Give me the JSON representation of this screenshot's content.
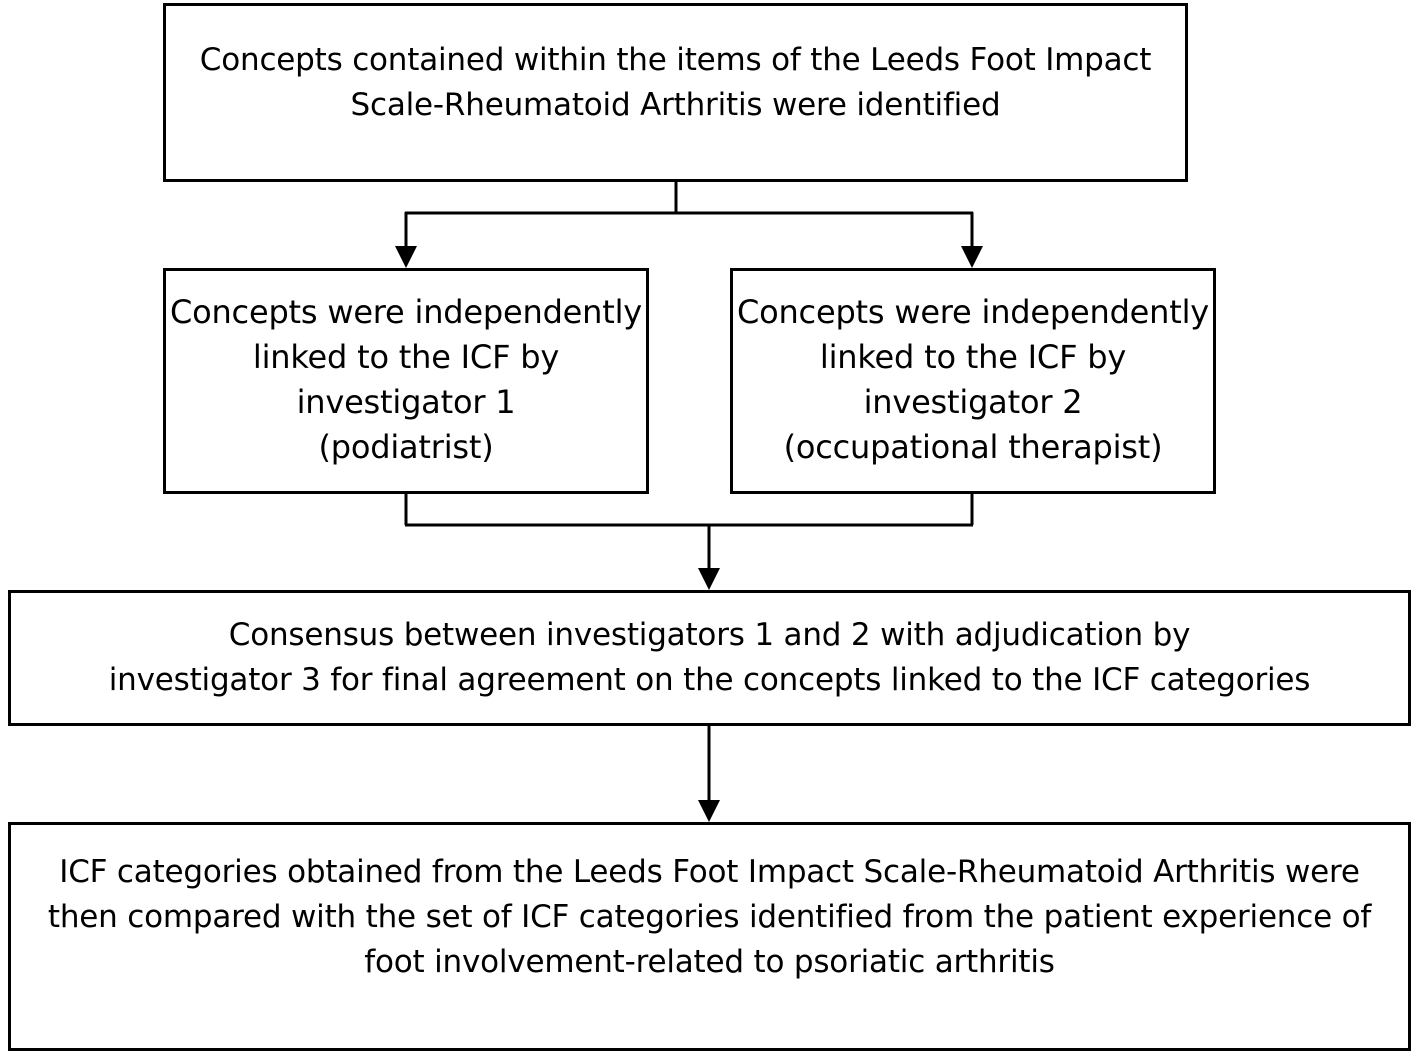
{
  "flowchart": {
    "step1": {
      "lines": [
        "Concepts contained within the items of the Leeds Foot Impact",
        "Scale-Rheumatoid Arthritis were identified"
      ]
    },
    "step2a": {
      "lines": [
        "Concepts were independently",
        "linked to the ICF by",
        "investigator 1",
        "(podiatrist)"
      ]
    },
    "step2b": {
      "lines": [
        "Concepts were independently",
        "linked to the ICF by",
        "investigator 2",
        "(occupational therapist)"
      ]
    },
    "step3": {
      "lines": [
        "Consensus between investigators 1 and 2 with adjudication by",
        "investigator 3 for final agreement on the concepts linked to the ICF categories"
      ]
    },
    "step4": {
      "lines": [
        "ICF categories obtained from the Leeds Foot Impact Scale-Rheumatoid Arthritis were",
        "then compared with the set of ICF categories identified from the patient experience of",
        "foot involvement-related to psoriatic arthritis"
      ]
    }
  }
}
